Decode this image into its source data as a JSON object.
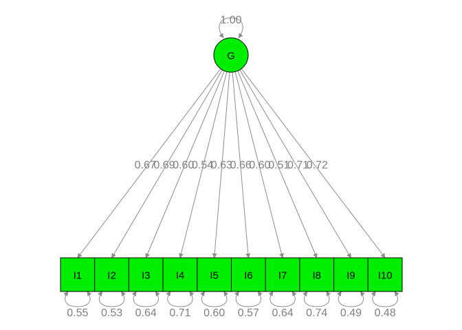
{
  "latent": {
    "label": "G",
    "variance": "1.00"
  },
  "indicators": [
    {
      "label": "I1",
      "loading": "0.67",
      "residual": "0.55"
    },
    {
      "label": "I2",
      "loading": "0.69",
      "residual": "0.53"
    },
    {
      "label": "I3",
      "loading": "0.60",
      "residual": "0.64"
    },
    {
      "label": "I4",
      "loading": "0.54",
      "residual": "0.71"
    },
    {
      "label": "I5",
      "loading": "0.63",
      "residual": "0.60"
    },
    {
      "label": "I6",
      "loading": "0.66",
      "residual": "0.57"
    },
    {
      "label": "I7",
      "loading": "0.60",
      "residual": "0.64"
    },
    {
      "label": "I8",
      "loading": "0.51",
      "residual": "0.74"
    },
    {
      "label": "I9",
      "loading": "0.71",
      "residual": "0.49"
    },
    {
      "label": "I10",
      "loading": "0.72",
      "residual": "0.48"
    }
  ],
  "colors": {
    "node_fill": "#00ee00",
    "edge": "#8c8c8c",
    "coef_text": "#808080"
  }
}
